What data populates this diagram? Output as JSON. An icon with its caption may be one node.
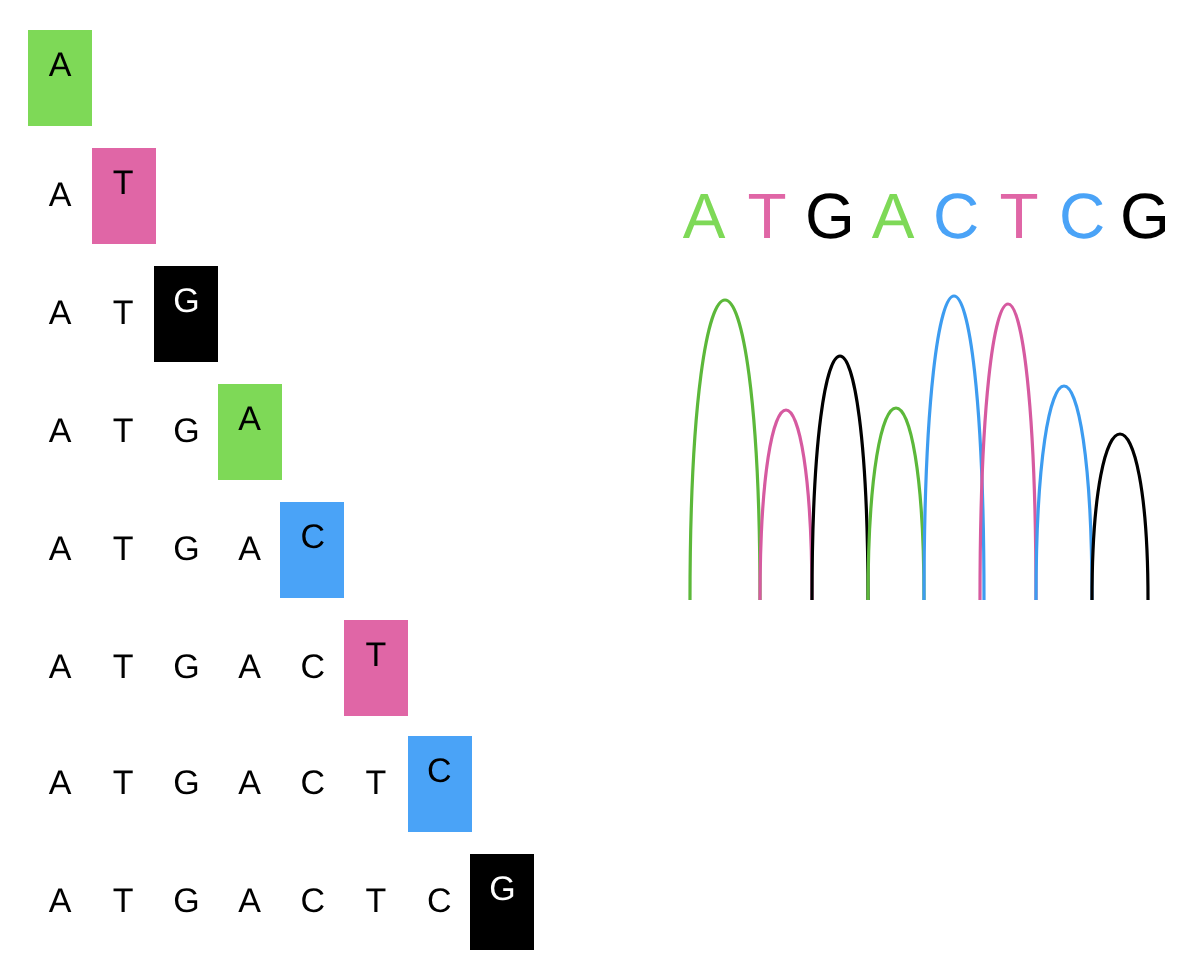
{
  "diagram": {
    "nodes": [
      {
        "text": [
          "A"
        ]
      },
      {
        "text": [
          "T"
        ]
      },
      {
        "text": [
          "G"
        ]
      },
      {
        "text": [
          "A"
        ]
      },
      {
        "text": [
          "C"
        ]
      },
      {
        "text": [
          "T"
        ]
      },
      {
        "text": [
          "C"
        ]
      },
      {
        "text": [
          "G"
        ]
      }
    ],
    "labels": [
      "A",
      "A",
      "T",
      "A",
      "T",
      "G",
      "A",
      "T",
      "G",
      "A",
      "A",
      "T",
      "G",
      "A",
      "C",
      "A",
      "T",
      "G",
      "A",
      "C",
      "T",
      "A",
      "T",
      "G",
      "A",
      "C",
      "T",
      "C",
      "A",
      "T",
      "G",
      "A",
      "C",
      "T",
      "C",
      "G"
    ]
  }
}
